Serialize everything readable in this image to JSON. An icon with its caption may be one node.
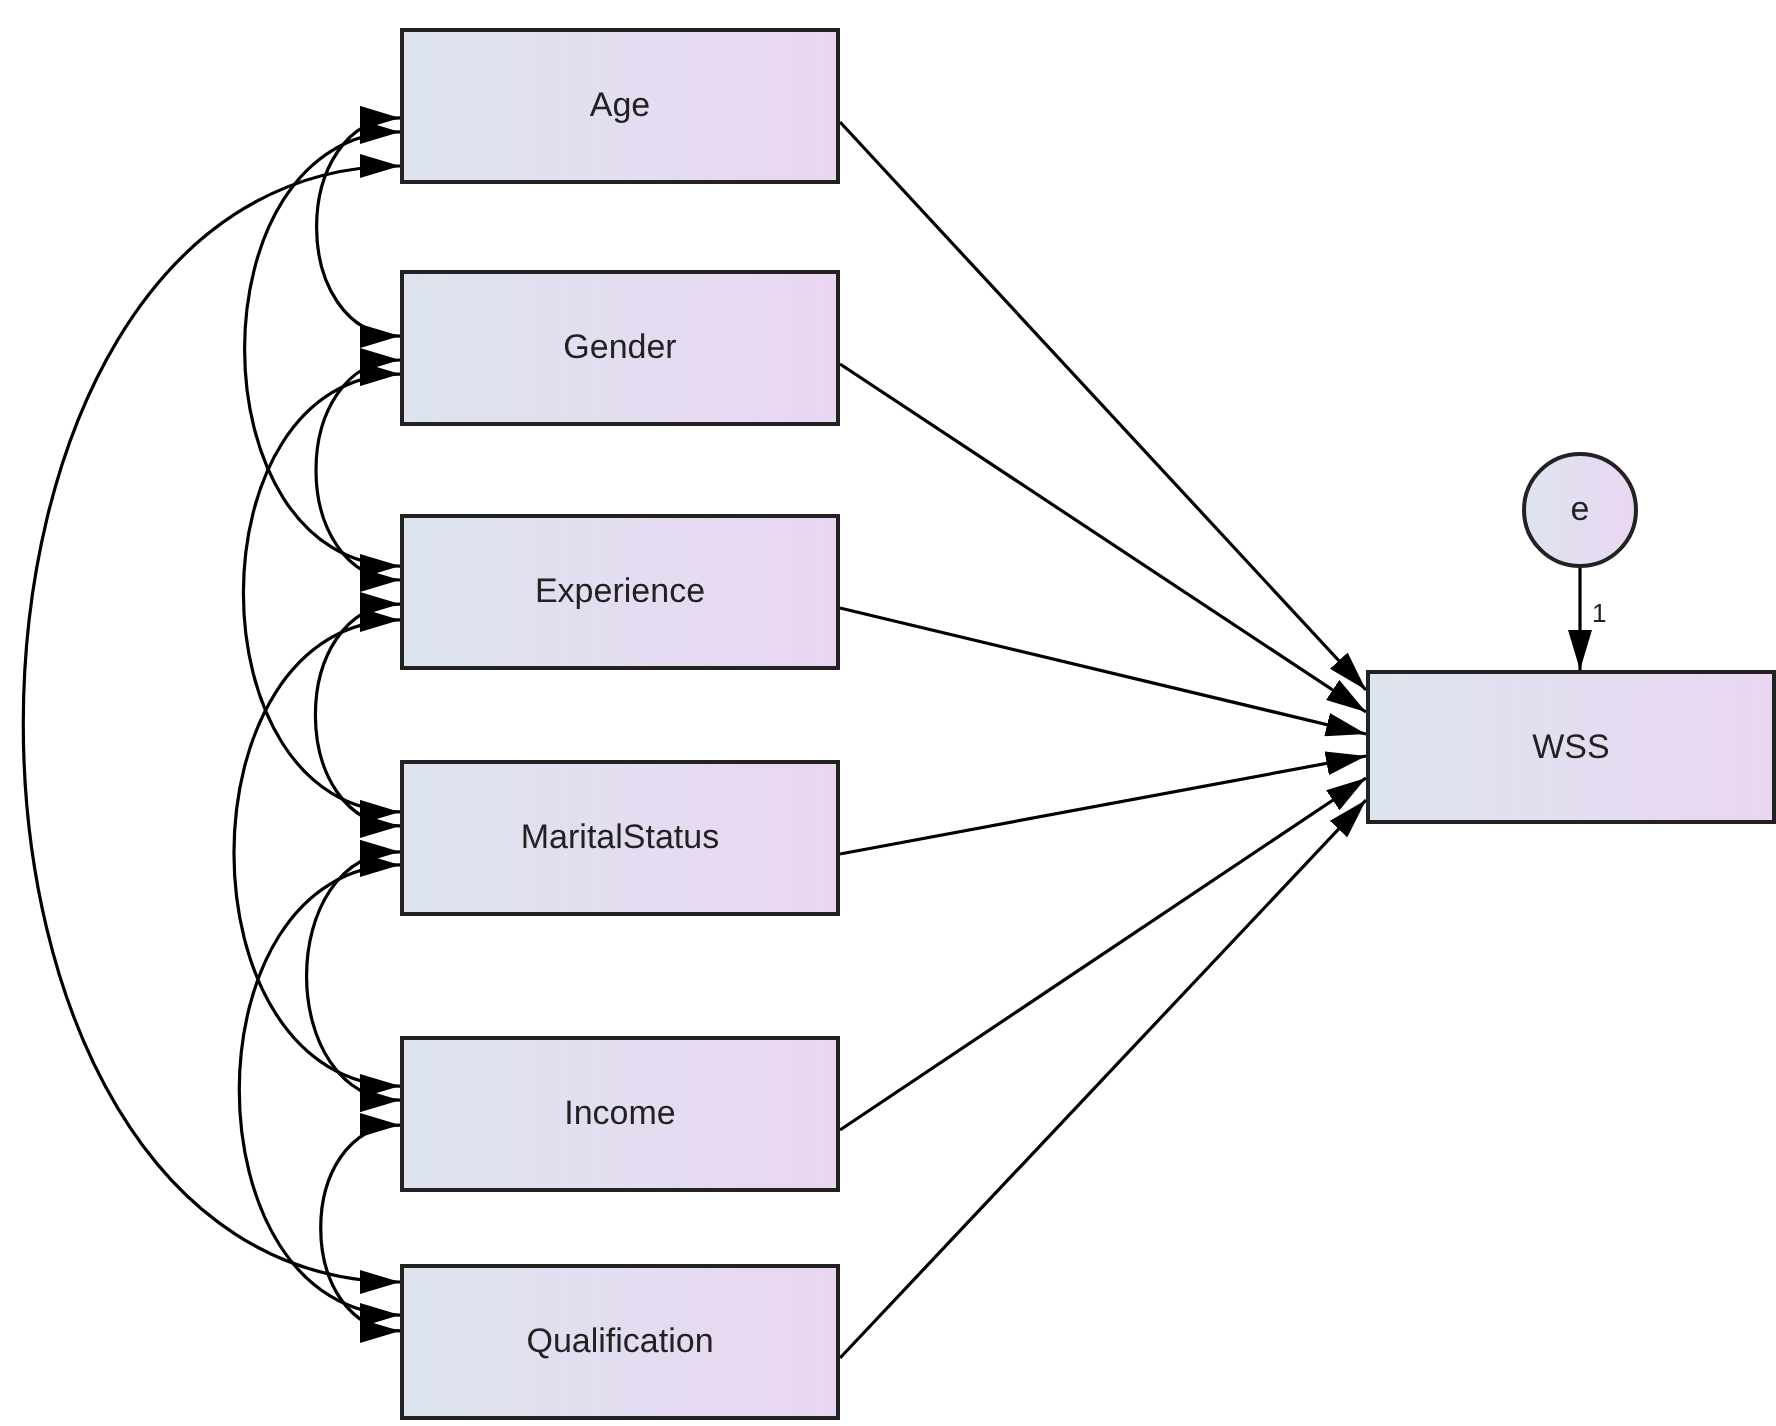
{
  "diagram": {
    "nodes": [
      {
        "text": [
          "Age"
        ]
      },
      {
        "text": [
          "Gender"
        ]
      },
      {
        "text": [
          "Experience"
        ]
      },
      {
        "text": [
          "MaritalStatus"
        ]
      },
      {
        "text": [
          "Income"
        ]
      },
      {
        "text": [
          "Qualification"
        ]
      },
      {
        "text": [
          "WSS"
        ]
      },
      {
        "text": [
          "e"
        ]
      }
    ],
    "edges": [
      {
        "from": 0,
        "to": 6,
        "arrow": "to"
      },
      {
        "from": 1,
        "to": 6,
        "arrow": "to"
      },
      {
        "from": 2,
        "to": 6,
        "arrow": "to"
      },
      {
        "from": 3,
        "to": 6,
        "arrow": "to"
      },
      {
        "from": 4,
        "to": 6,
        "arrow": "to"
      },
      {
        "from": 5,
        "to": 6,
        "arrow": "to"
      },
      {
        "from": 7,
        "to": 6,
        "arrow": "to",
        "label": "1"
      },
      {
        "from": 0,
        "to": 1,
        "arrow": "both"
      },
      {
        "from": 0,
        "to": 2,
        "arrow": "both"
      },
      {
        "from": 0,
        "to": 5,
        "arrow": "both"
      },
      {
        "from": 1,
        "to": 2,
        "arrow": "both"
      },
      {
        "from": 1,
        "to": 3,
        "arrow": "both"
      },
      {
        "from": 2,
        "to": 3,
        "arrow": "both"
      },
      {
        "from": 2,
        "to": 4,
        "arrow": "both"
      },
      {
        "from": 3,
        "to": 4,
        "arrow": "both"
      },
      {
        "from": 3,
        "to": 5,
        "arrow": "both"
      },
      {
        "from": 4,
        "to": 5,
        "arrow": "both"
      }
    ]
  }
}
